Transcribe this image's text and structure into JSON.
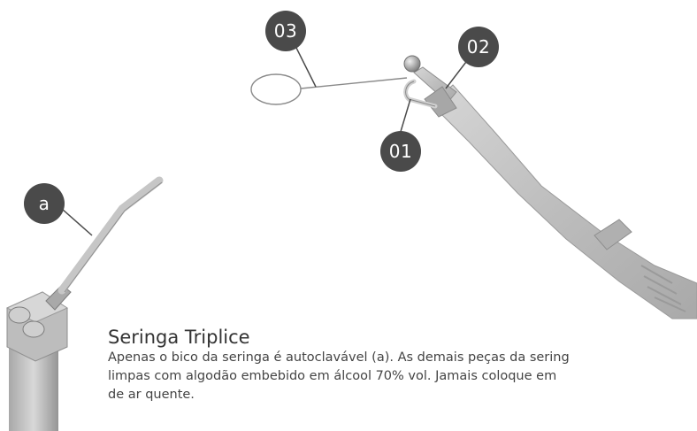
{
  "labels": {
    "badge_03": "03",
    "badge_02": "02",
    "badge_01": "01",
    "badge_a": "a"
  },
  "caption": {
    "title": "Seringa Triplice",
    "line1": "Apenas o bico da seringa é autoclavável (a). As demais peças da sering",
    "line2": "limpas com algodão embebido em álcool 70% vol. Jamais coloque em",
    "line3": "de ar quente."
  },
  "colors": {
    "badge": "#4a4a4a",
    "instrument_body": "#c9c9c9",
    "text": "#444444"
  },
  "icons": {
    "handpiece": "dental-handpiece-illustration",
    "syringe": "triple-syringe-illustration"
  }
}
